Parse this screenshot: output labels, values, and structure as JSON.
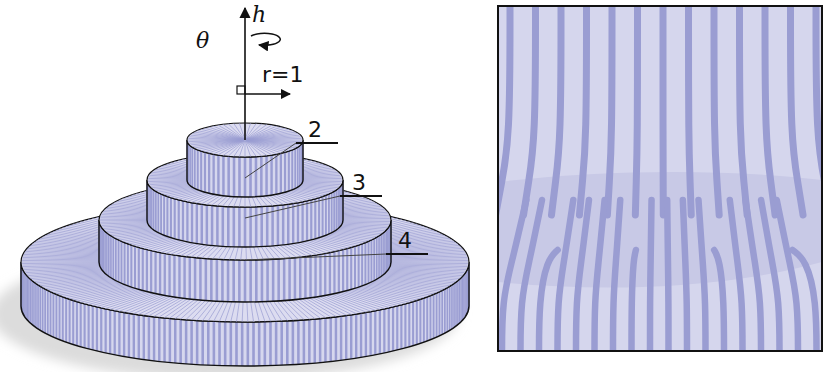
{
  "diagram": {
    "labels": [
      "h",
      "θ",
      "r=1",
      "2",
      "3",
      "4"
    ]
  }
}
